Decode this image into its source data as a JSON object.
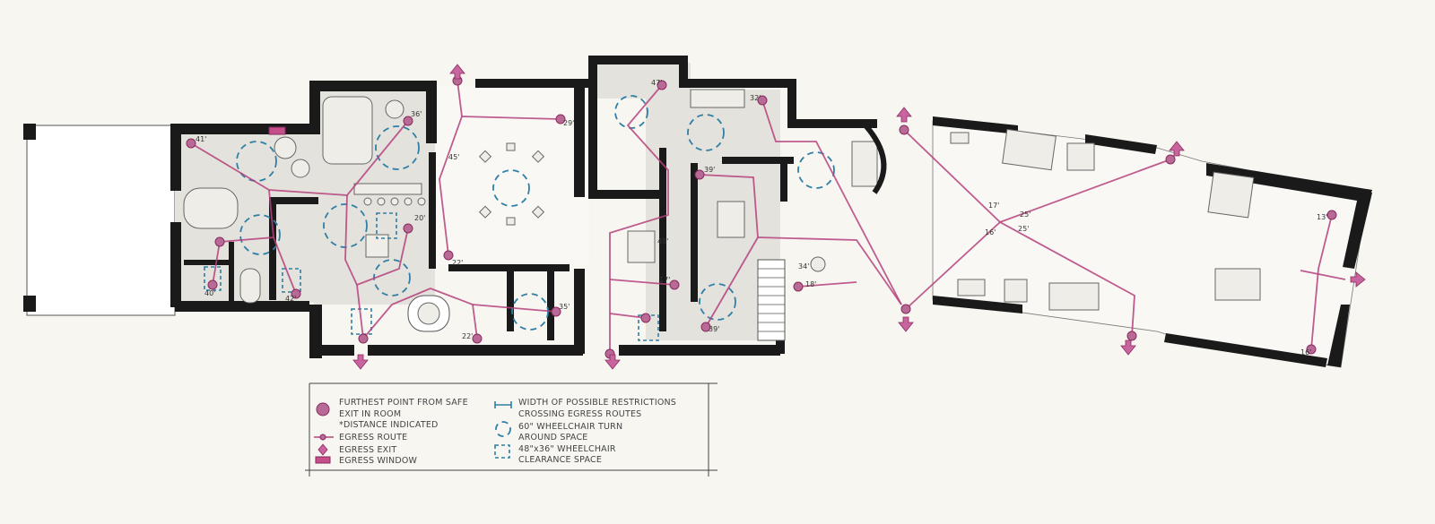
{
  "route_color": "#b5417d",
  "turn_color": "#2f7fa6",
  "legend": {
    "furthest_point": [
      "FURTHEST POINT FROM SAFE",
      "EXIT IN ROOM",
      "*DISTANCE INDICATED"
    ],
    "egress_route": "EGRESS ROUTE",
    "egress_exit": "EGRESS EXIT",
    "egress_window": "EGRESS WINDOW",
    "width_restrictions": [
      "WIDTH OF POSSIBLE RESTRICTIONS",
      "CROSSING EGRESS ROUTES"
    ],
    "wheelchair_turn": [
      "60\" WHEELCHAIR TURN",
      "AROUND SPACE"
    ],
    "wheelchair_clearance": [
      "48\"x36\" WHEELCHAIR",
      "CLEARANCE SPACE"
    ]
  },
  "distances": {
    "d41": "41'",
    "d36": "36'",
    "d29": "29'",
    "d47": "47'",
    "d32": "32'",
    "d45": "45'",
    "d22a": "22'",
    "d40": "40'",
    "d42": "42'",
    "d48": "48'",
    "d20": "20'",
    "d39": "39'",
    "d17": "17'",
    "d35": "35'",
    "d22b": "22'",
    "d34": "34'",
    "d18": "18'",
    "d13": "13'",
    "d16": "16'",
    "d39b": "39'",
    "d17b": "17'",
    "d25a": "25'",
    "d25b": "25'",
    "d16b": "16'"
  }
}
